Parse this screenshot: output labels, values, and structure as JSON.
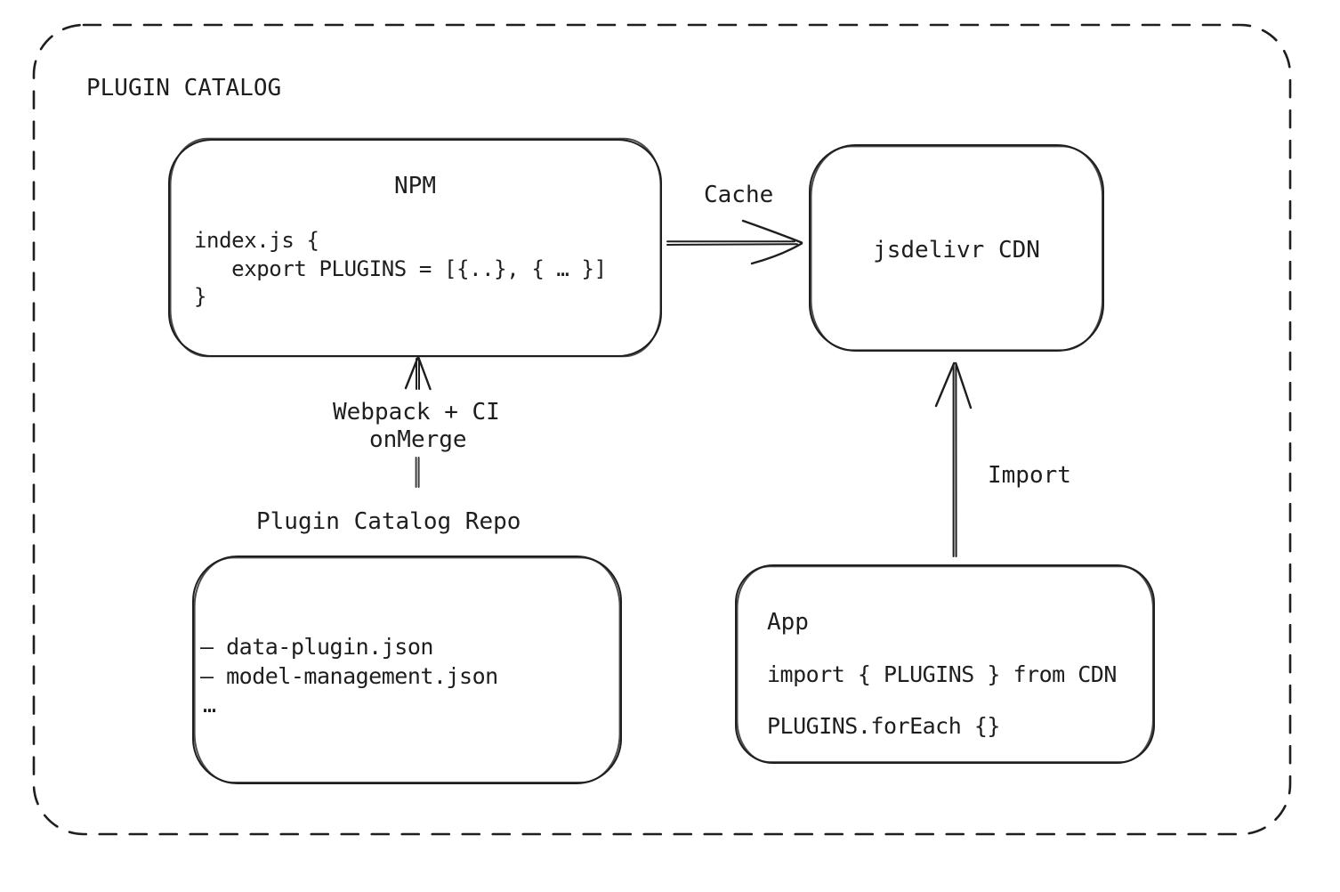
{
  "title": "PLUGIN CATALOG",
  "colors": {
    "stroke": "#1e1e1e",
    "background": "#ffffff"
  },
  "nodes": {
    "npm": {
      "title": "NPM",
      "code": [
        "index.js {",
        "   export PLUGINS = [{..}, { … }]",
        "}"
      ]
    },
    "cdn": {
      "label": "jsdelivr CDN"
    },
    "repo": {
      "label": "Plugin Catalog Repo",
      "files": [
        "– data-plugin.json",
        "– model-management.json",
        "…"
      ]
    },
    "app": {
      "title": "App",
      "code": [
        "import { PLUGINS } from CDN",
        "PLUGINS.forEach {}"
      ]
    }
  },
  "edges": {
    "cache": {
      "label": "Cache"
    },
    "build": {
      "label": "Webpack + CI",
      "label2": "onMerge"
    },
    "import": {
      "label": "Import"
    }
  }
}
